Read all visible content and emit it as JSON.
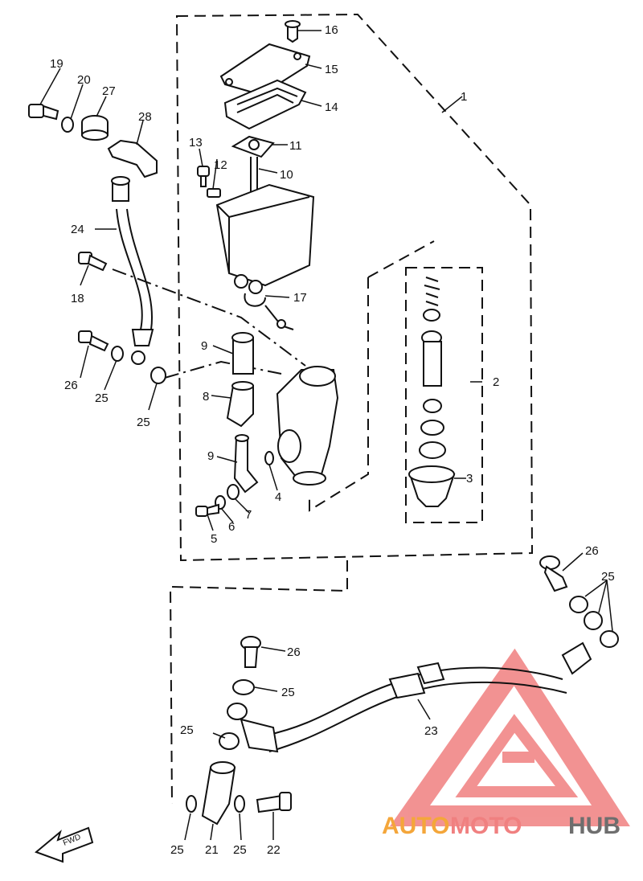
{
  "diagram": {
    "callouts": [
      {
        "id": "1",
        "label": "1"
      },
      {
        "id": "2",
        "label": "2"
      },
      {
        "id": "3",
        "label": "3"
      },
      {
        "id": "4",
        "label": "4"
      },
      {
        "id": "5",
        "label": "5"
      },
      {
        "id": "6",
        "label": "6"
      },
      {
        "id": "7",
        "label": "7"
      },
      {
        "id": "8",
        "label": "8"
      },
      {
        "id": "9a",
        "label": "9"
      },
      {
        "id": "9b",
        "label": "9"
      },
      {
        "id": "10",
        "label": "10"
      },
      {
        "id": "11",
        "label": "11"
      },
      {
        "id": "12",
        "label": "12"
      },
      {
        "id": "13",
        "label": "13"
      },
      {
        "id": "14",
        "label": "14"
      },
      {
        "id": "15",
        "label": "15"
      },
      {
        "id": "16",
        "label": "16"
      },
      {
        "id": "17",
        "label": "17"
      },
      {
        "id": "18",
        "label": "18"
      },
      {
        "id": "19",
        "label": "19"
      },
      {
        "id": "20",
        "label": "20"
      },
      {
        "id": "21",
        "label": "21"
      },
      {
        "id": "22",
        "label": "22"
      },
      {
        "id": "23",
        "label": "23"
      },
      {
        "id": "24",
        "label": "24"
      },
      {
        "id": "25a",
        "label": "25"
      },
      {
        "id": "25b",
        "label": "25"
      },
      {
        "id": "25c",
        "label": "25"
      },
      {
        "id": "25d",
        "label": "25"
      },
      {
        "id": "25e",
        "label": "25"
      },
      {
        "id": "25f",
        "label": "25"
      },
      {
        "id": "25g",
        "label": "25"
      },
      {
        "id": "26a",
        "label": "26"
      },
      {
        "id": "26b",
        "label": "26"
      },
      {
        "id": "26c",
        "label": "26"
      },
      {
        "id": "27",
        "label": "27"
      },
      {
        "id": "28",
        "label": "28"
      }
    ],
    "fwd_label": "FWD"
  },
  "watermark": {
    "part1": "AUTO",
    "part2": "MOTO",
    "part3": "HUB",
    "color_primary": "#f4a63a",
    "color_secondary": "#f08080",
    "color_tertiary": "#6e6e6e"
  }
}
